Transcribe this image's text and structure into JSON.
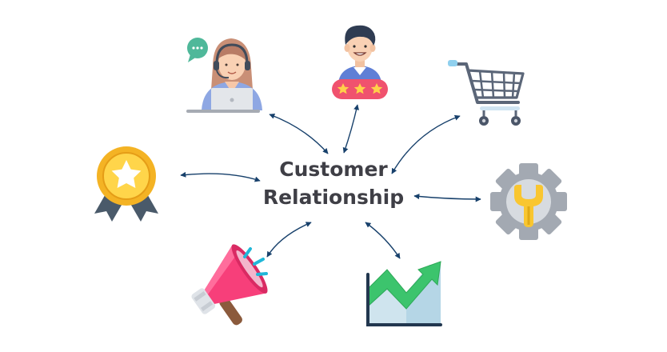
{
  "center": {
    "line1": "Customer",
    "line2": "Relationship"
  },
  "icons": [
    {
      "name": "customer-support-agent-icon",
      "depicts": "support agent with headset and speech bubble at laptop"
    },
    {
      "name": "customer-rating-icon",
      "depicts": "smiling customer above three-star rating"
    },
    {
      "name": "shopping-cart-icon",
      "depicts": "shopping cart"
    },
    {
      "name": "award-medal-icon",
      "depicts": "gold medal with star and ribbons"
    },
    {
      "name": "service-gear-wrench-icon",
      "depicts": "gear with wrench"
    },
    {
      "name": "marketing-megaphone-icon",
      "depicts": "megaphone"
    },
    {
      "name": "growth-chart-icon",
      "depicts": "rising chart with arrow"
    }
  ],
  "colors": {
    "title": "#3f3f46",
    "connector": "#17406b",
    "gold": "#f5b724",
    "slate": "#4a5a6a",
    "pink": "#f73f7a",
    "green": "#34c759",
    "gear": "#a3a9b2"
  }
}
